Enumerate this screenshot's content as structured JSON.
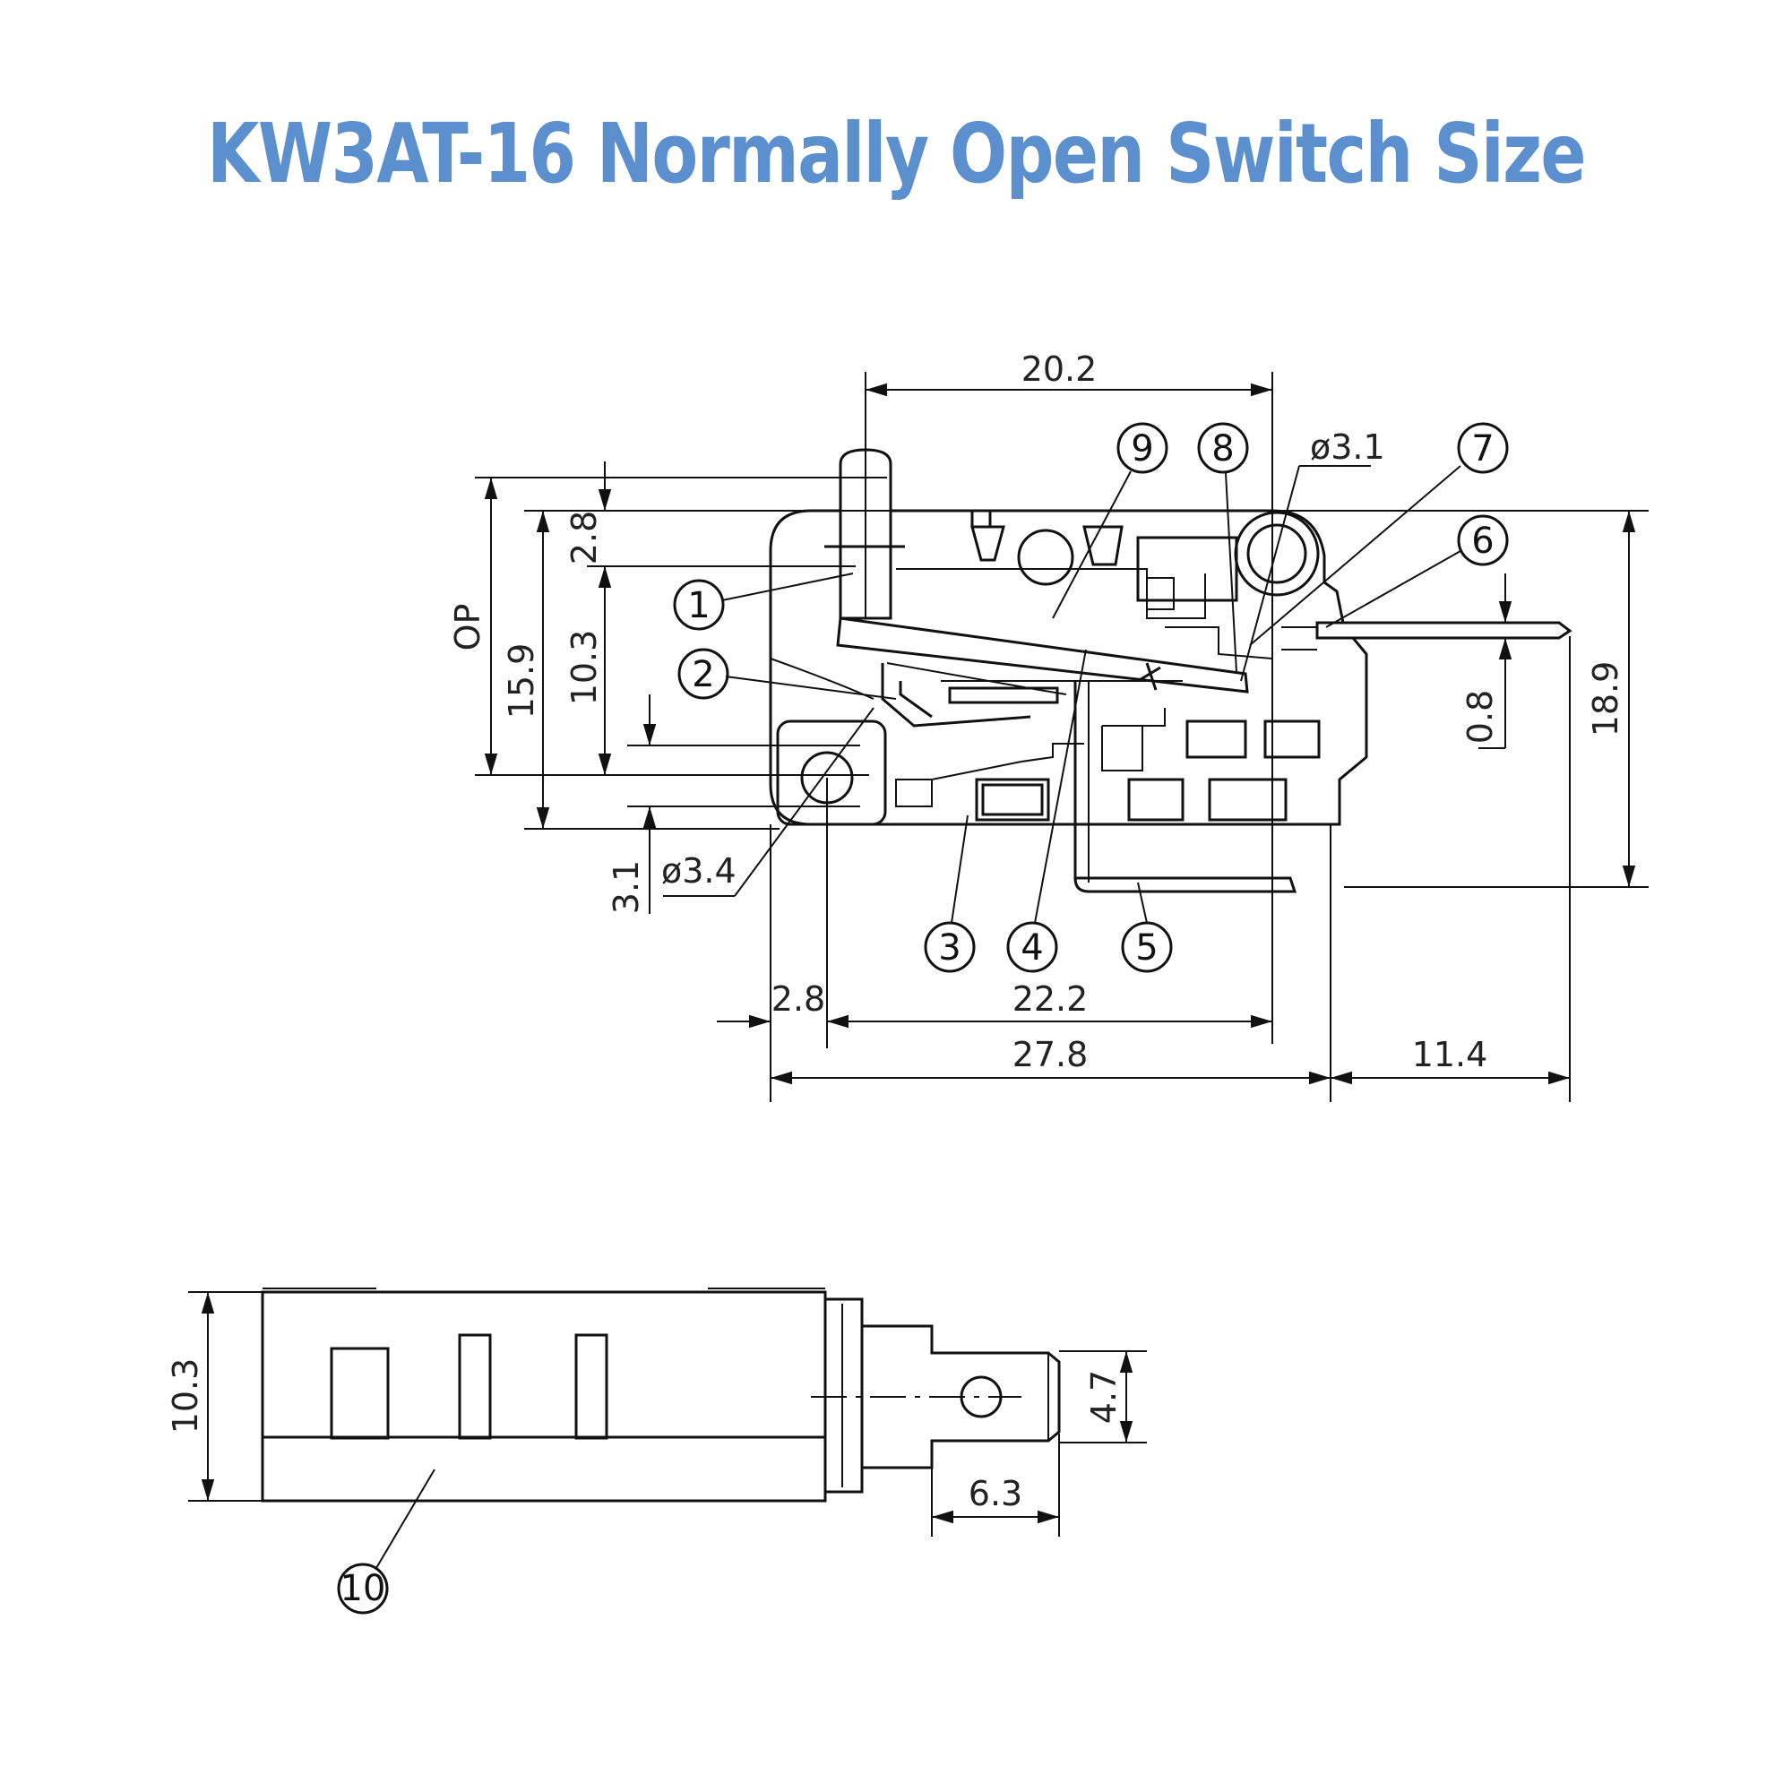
{
  "title": "KW3AT-16 Normally Open Switch Size",
  "dimensions": {
    "top_width": "20.2",
    "plunger_height": "2.8",
    "op": "OP",
    "height_159": "15.9",
    "height_103": "10.3",
    "hole_offset": "3.1",
    "hole_diameter": "ø3.4",
    "roller_diameter": "ø3.1",
    "terminal_thickness": "0.8",
    "overall_height": "18.9",
    "left_offset": "2.8",
    "hole_span": "22.2",
    "body_length": "27.8",
    "terminal_length": "11.4",
    "side_height": "10.3",
    "tab_width": "4.7",
    "tab_length": "6.3"
  },
  "callouts": [
    "1",
    "2",
    "3",
    "4",
    "5",
    "6",
    "7",
    "8",
    "9",
    "10"
  ]
}
